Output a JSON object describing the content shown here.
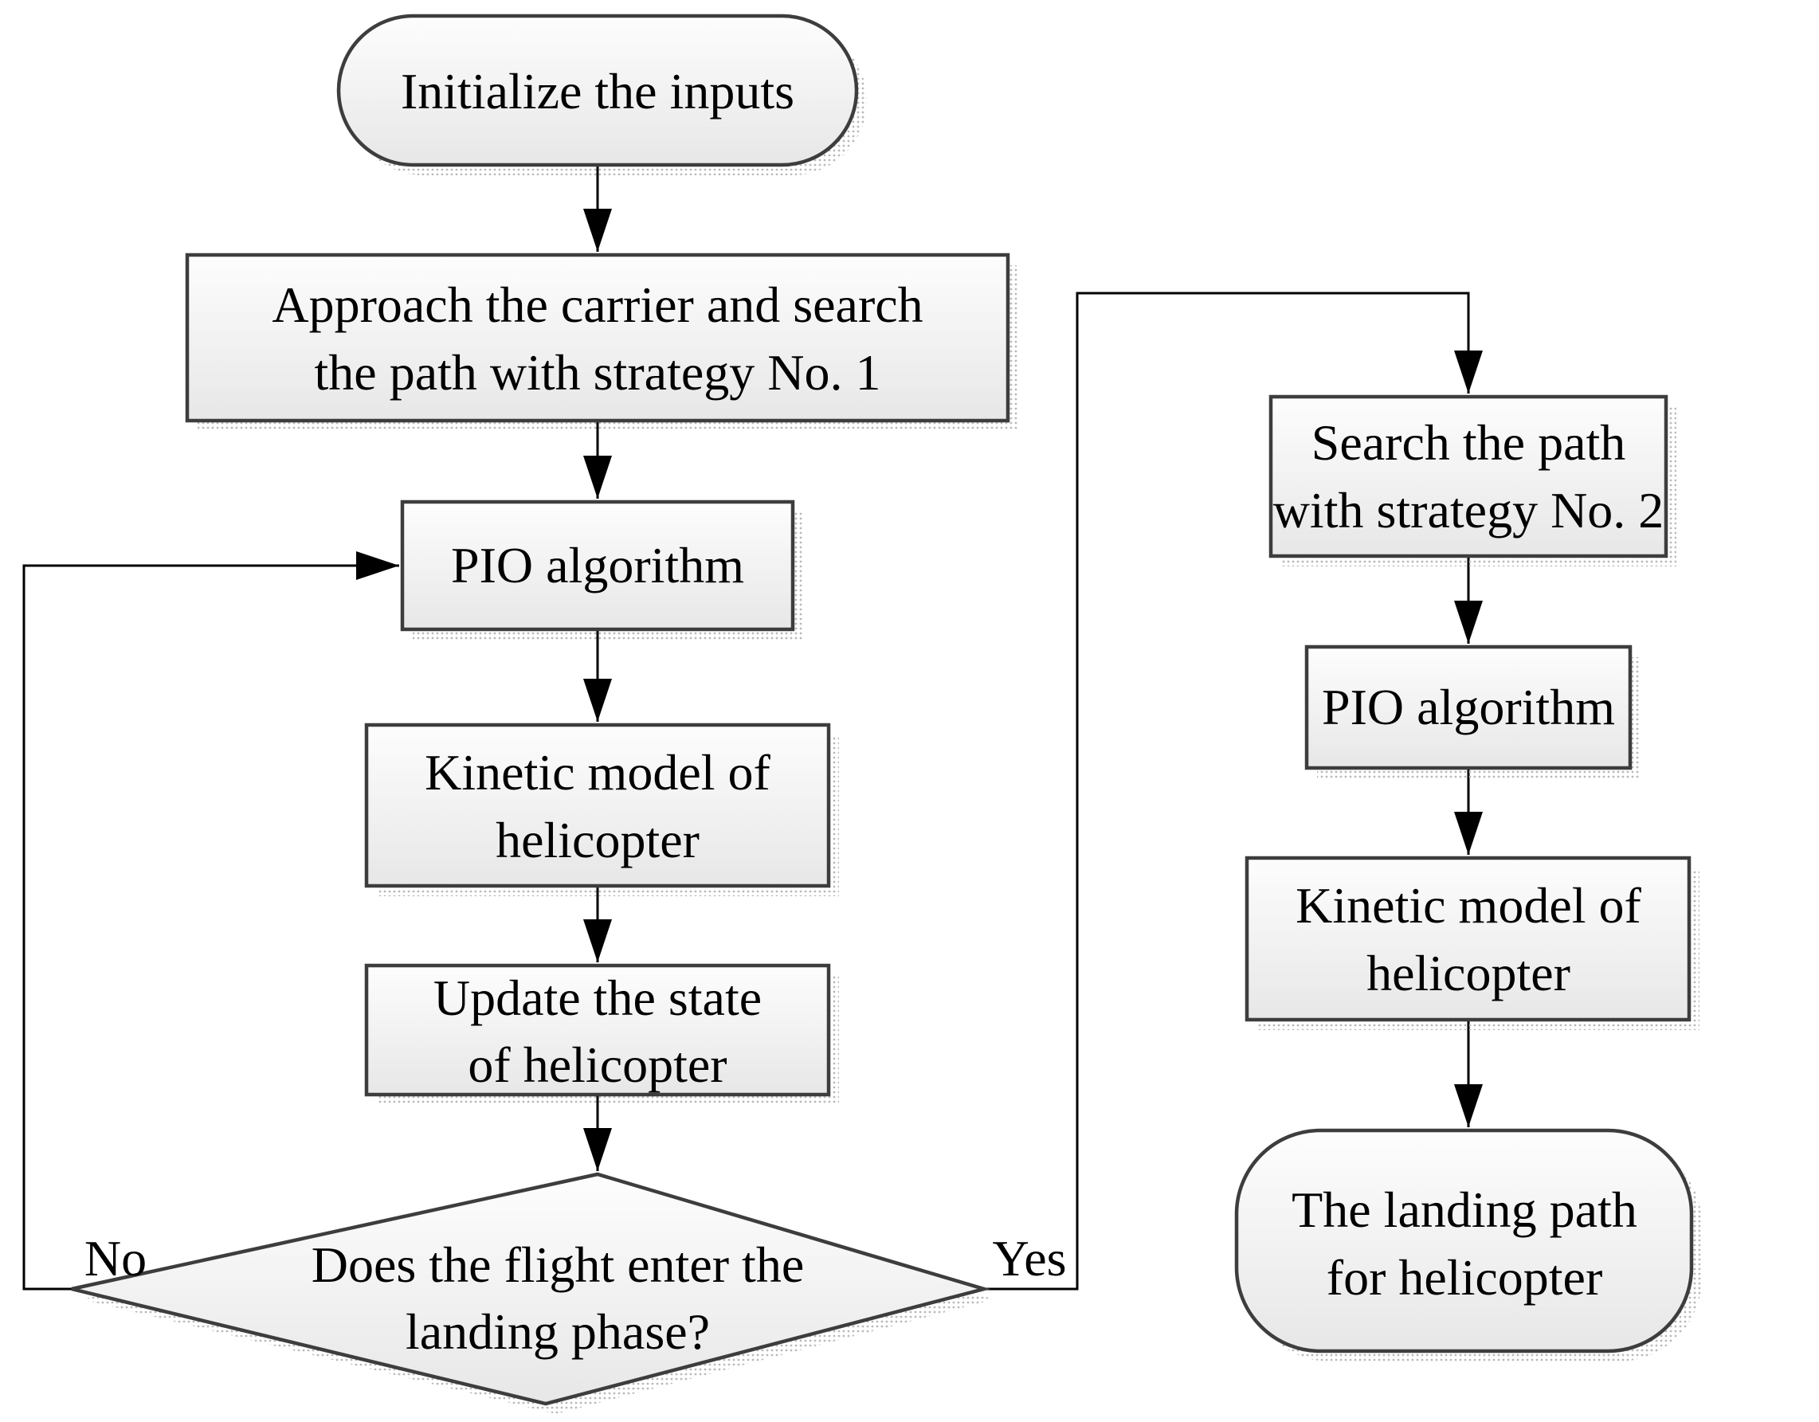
{
  "theme": {
    "page_bg": "#ffffff",
    "text_color": "#000000",
    "line_color": "#000000",
    "border_color": "#3d3d3d",
    "fill_top": "#fdfdfd",
    "fill_bottom": "#e7e7e7",
    "shadow_dot": "#b9b9b9"
  },
  "nodes": [
    {
      "id": "initialize",
      "shape": "terminator",
      "lines": [
        "Initialize the inputs"
      ]
    },
    {
      "id": "approach-carrier",
      "shape": "process",
      "lines": [
        "Approach the carrier and search",
        "the path with strategy No. 1"
      ]
    },
    {
      "id": "pio-algorithm-1",
      "shape": "process",
      "lines": [
        "PIO algorithm"
      ]
    },
    {
      "id": "kinetic-model-1",
      "shape": "process",
      "lines": [
        "Kinetic model of",
        "helicopter"
      ]
    },
    {
      "id": "update-state",
      "shape": "process",
      "lines": [
        "Update the state",
        "of helicopter"
      ]
    },
    {
      "id": "landing-decision",
      "shape": "decision",
      "lines": [
        "Does the flight enter the",
        "landing phase?"
      ]
    },
    {
      "id": "search-strategy-2",
      "shape": "process",
      "lines": [
        "Search the path",
        "with strategy No. 2"
      ]
    },
    {
      "id": "pio-algorithm-2",
      "shape": "process",
      "lines": [
        "PIO algorithm"
      ]
    },
    {
      "id": "kinetic-model-2",
      "shape": "process",
      "lines": [
        "Kinetic model of",
        "helicopter"
      ]
    },
    {
      "id": "landing-path",
      "shape": "terminator",
      "lines": [
        "The landing path",
        "for helicopter"
      ]
    }
  ],
  "edge_labels": {
    "no": "No",
    "yes": "Yes"
  }
}
